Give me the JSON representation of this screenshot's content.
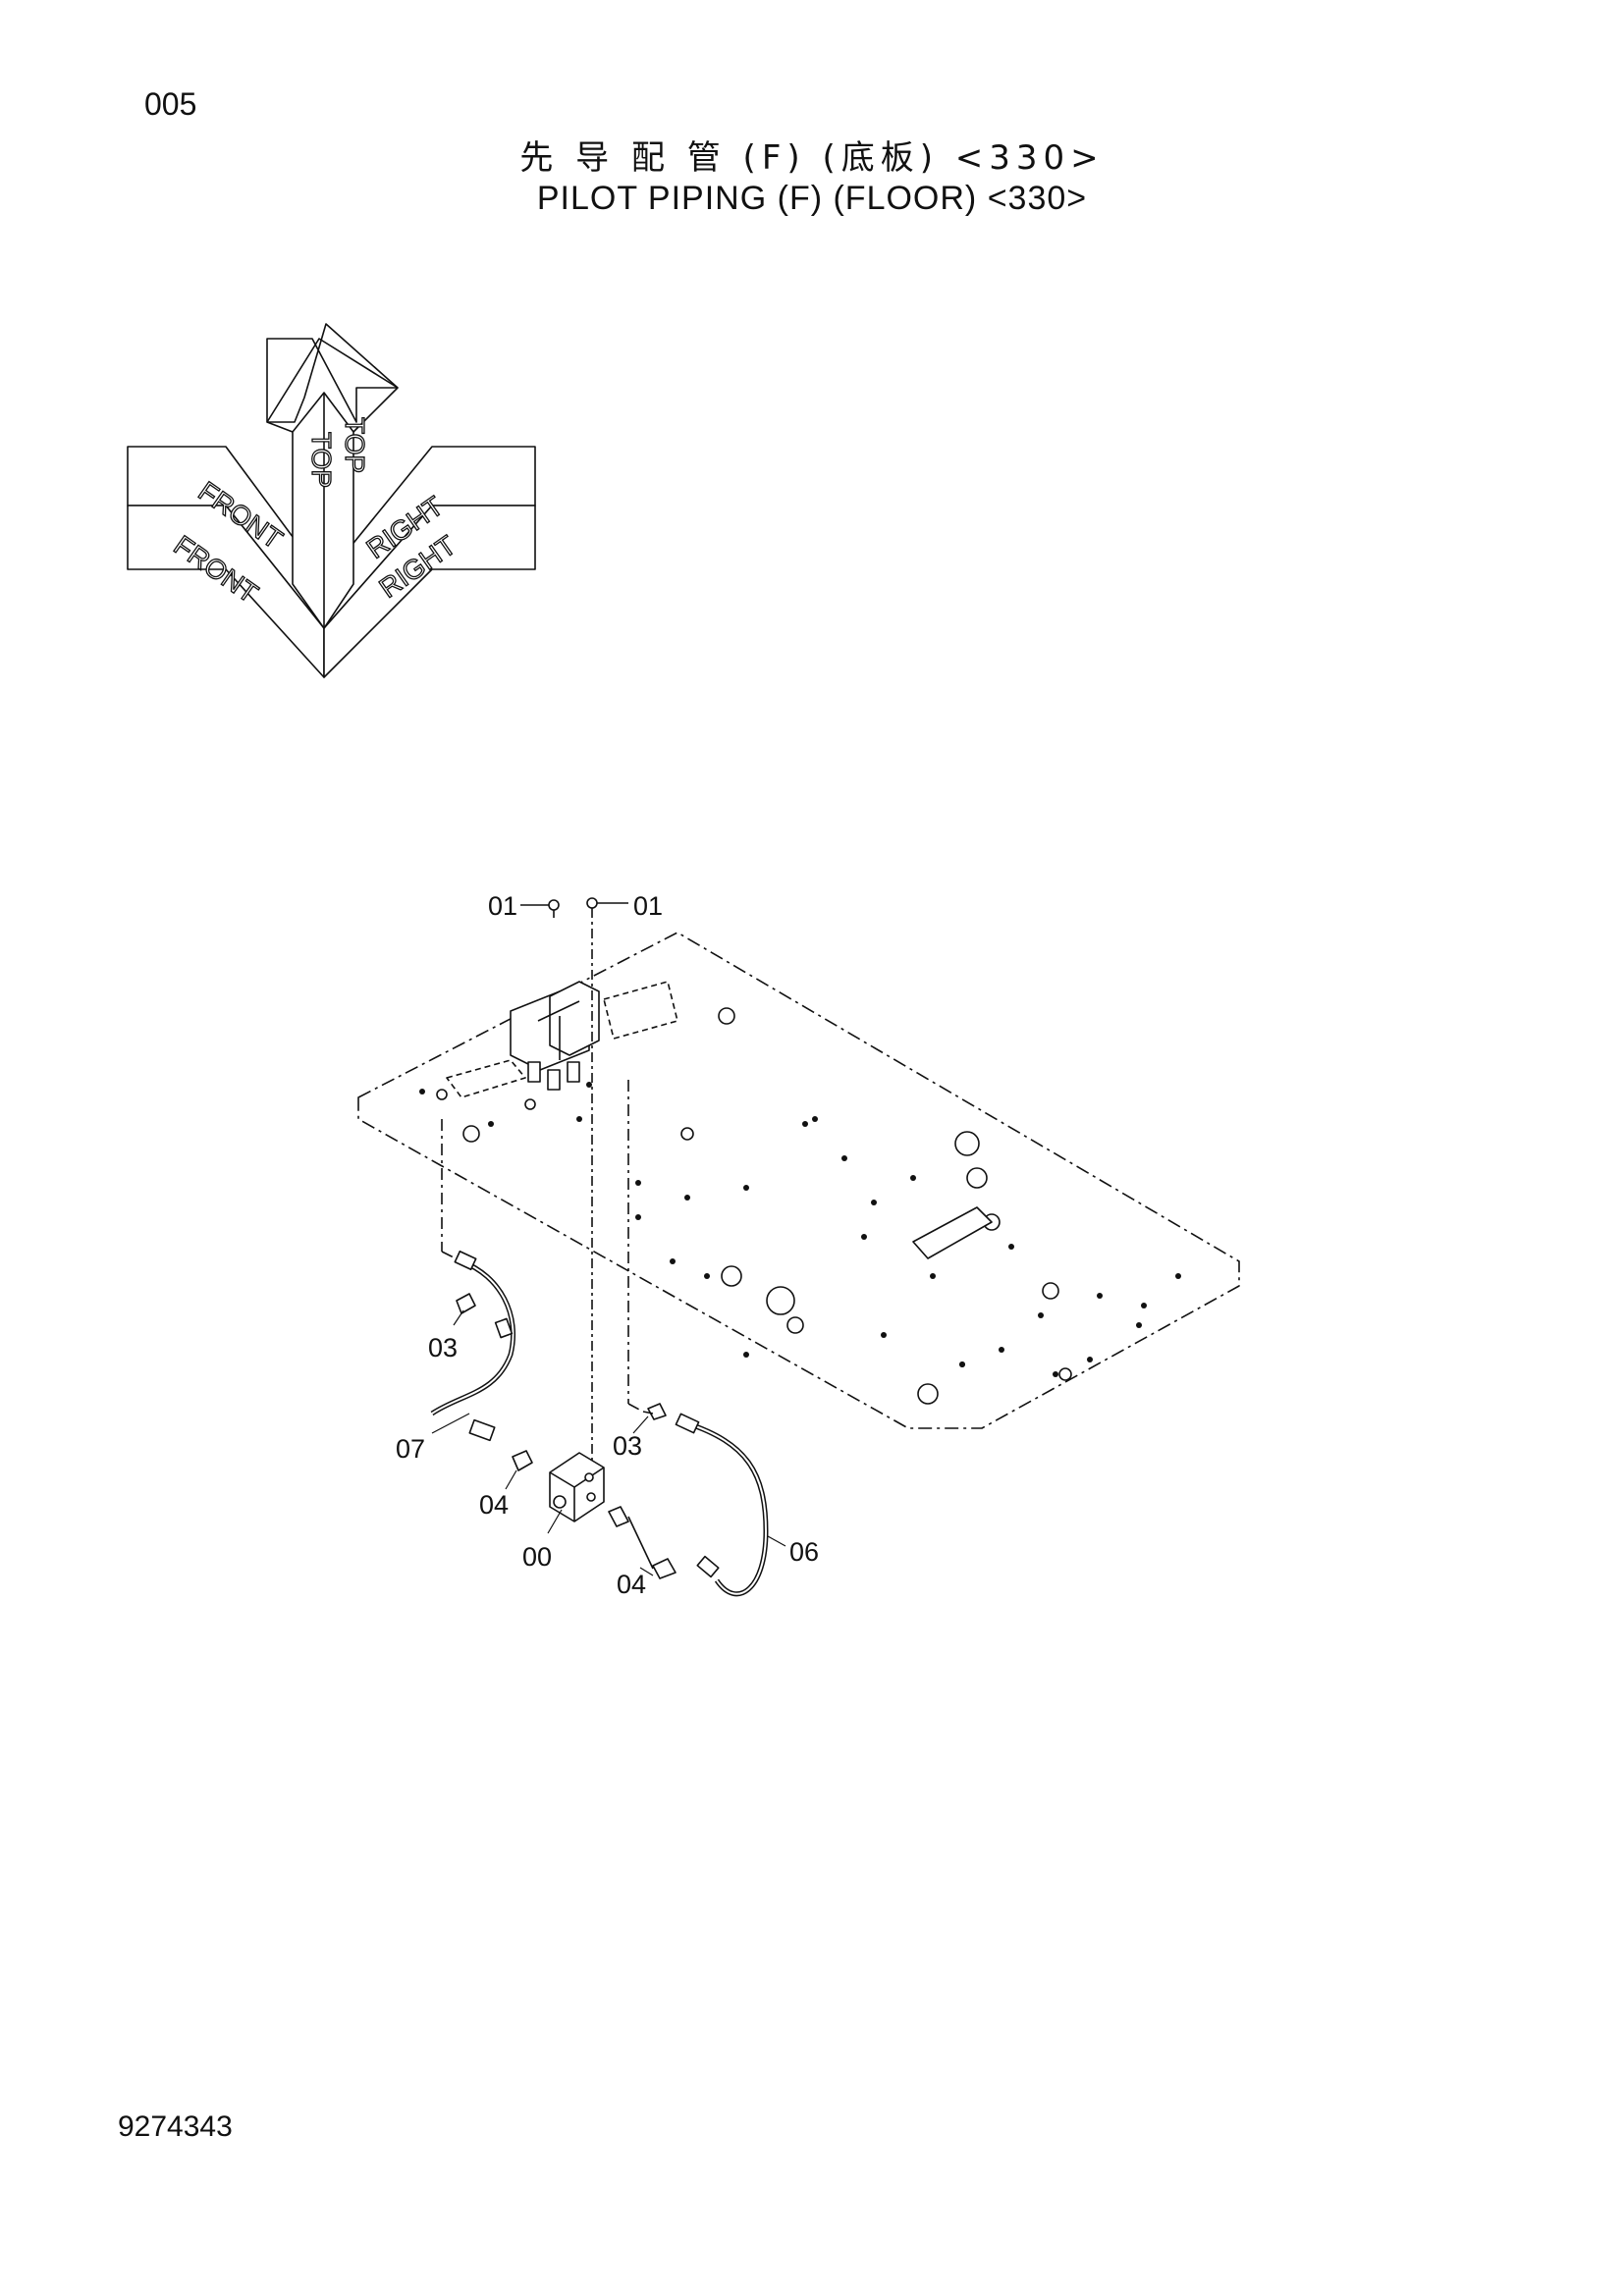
{
  "page": {
    "page_number": "005",
    "title_cn": "先 导 配 管 (F) (底板) <330>",
    "title_en": "PILOT  PIPING  (F) (FLOOR) <330>",
    "doc_number": "9274343"
  },
  "orientation_symbol": {
    "labels": {
      "front": "FRONT",
      "top": "TOP",
      "right": "RIGHT"
    }
  },
  "callouts": [
    {
      "id": "01",
      "text": "01"
    },
    {
      "id": "01b",
      "text": "01"
    },
    {
      "id": "03",
      "text": "03"
    },
    {
      "id": "03b",
      "text": "03"
    },
    {
      "id": "07",
      "text": "07"
    },
    {
      "id": "04",
      "text": "04"
    },
    {
      "id": "04b",
      "text": "04"
    },
    {
      "id": "00",
      "text": "00"
    },
    {
      "id": "06",
      "text": "06"
    }
  ],
  "colors": {
    "line": "#111111",
    "background": "#ffffff"
  }
}
